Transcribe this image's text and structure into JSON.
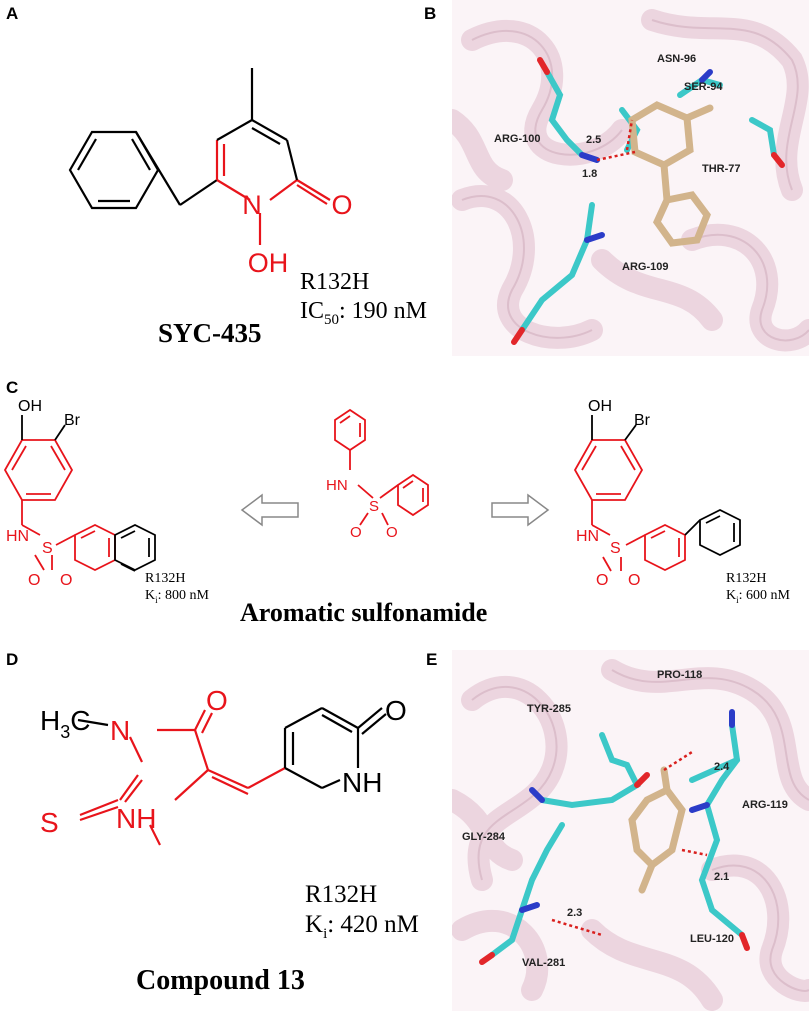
{
  "panels": {
    "A": {
      "letter": "A",
      "name": "SYC-435",
      "mutation": "R132H",
      "activity_prefix": "IC",
      "activity_sub": "50",
      "activity_value": ": 190 nM",
      "atoms": {
        "N": "N",
        "O": "O",
        "OH": "OH"
      }
    },
    "B": {
      "letter": "B",
      "residues": [
        "ASN-96",
        "SER-94",
        "ARG-100",
        "THR-77",
        "ARG-109"
      ],
      "distances": [
        "2.5",
        "1.8"
      ]
    },
    "C": {
      "letter": "C",
      "title": "Aromatic sulfonamide",
      "left": {
        "mutation": "R132H",
        "activity_prefix": "K",
        "activity_sub": "i",
        "activity_value": ": 800 nM"
      },
      "right": {
        "mutation": "R132H",
        "activity_prefix": "K",
        "activity_sub": "i",
        "activity_value": ": 600 nM"
      },
      "atoms": {
        "OH": "OH",
        "Br": "Br",
        "HN": "HN",
        "S": "S",
        "O": "O"
      }
    },
    "D": {
      "letter": "D",
      "name": "Compound 13",
      "mutation": "R132H",
      "activity_prefix": "K",
      "activity_sub": "i",
      "activity_value": ": 420 nM",
      "atoms": {
        "H3C": "H",
        "three": "3",
        "C": "C",
        "N": "N",
        "O": "O",
        "S": "S",
        "NH": "NH"
      }
    },
    "E": {
      "letter": "E",
      "residues": [
        "PRO-118",
        "TYR-285",
        "ARG-119",
        "GLY-284",
        "VAL-281",
        "LEU-120"
      ],
      "distances": [
        "2.4",
        "2.3",
        "2.1"
      ]
    }
  },
  "colors": {
    "scaffold": "#e8141b",
    "carbon_protein": "#3cc8c8",
    "carbon_ligand": "#d2b48c",
    "ribbon": "#f1dde6",
    "ribbon_edge": "#d9b6c6",
    "hbond": "#d9201e"
  }
}
